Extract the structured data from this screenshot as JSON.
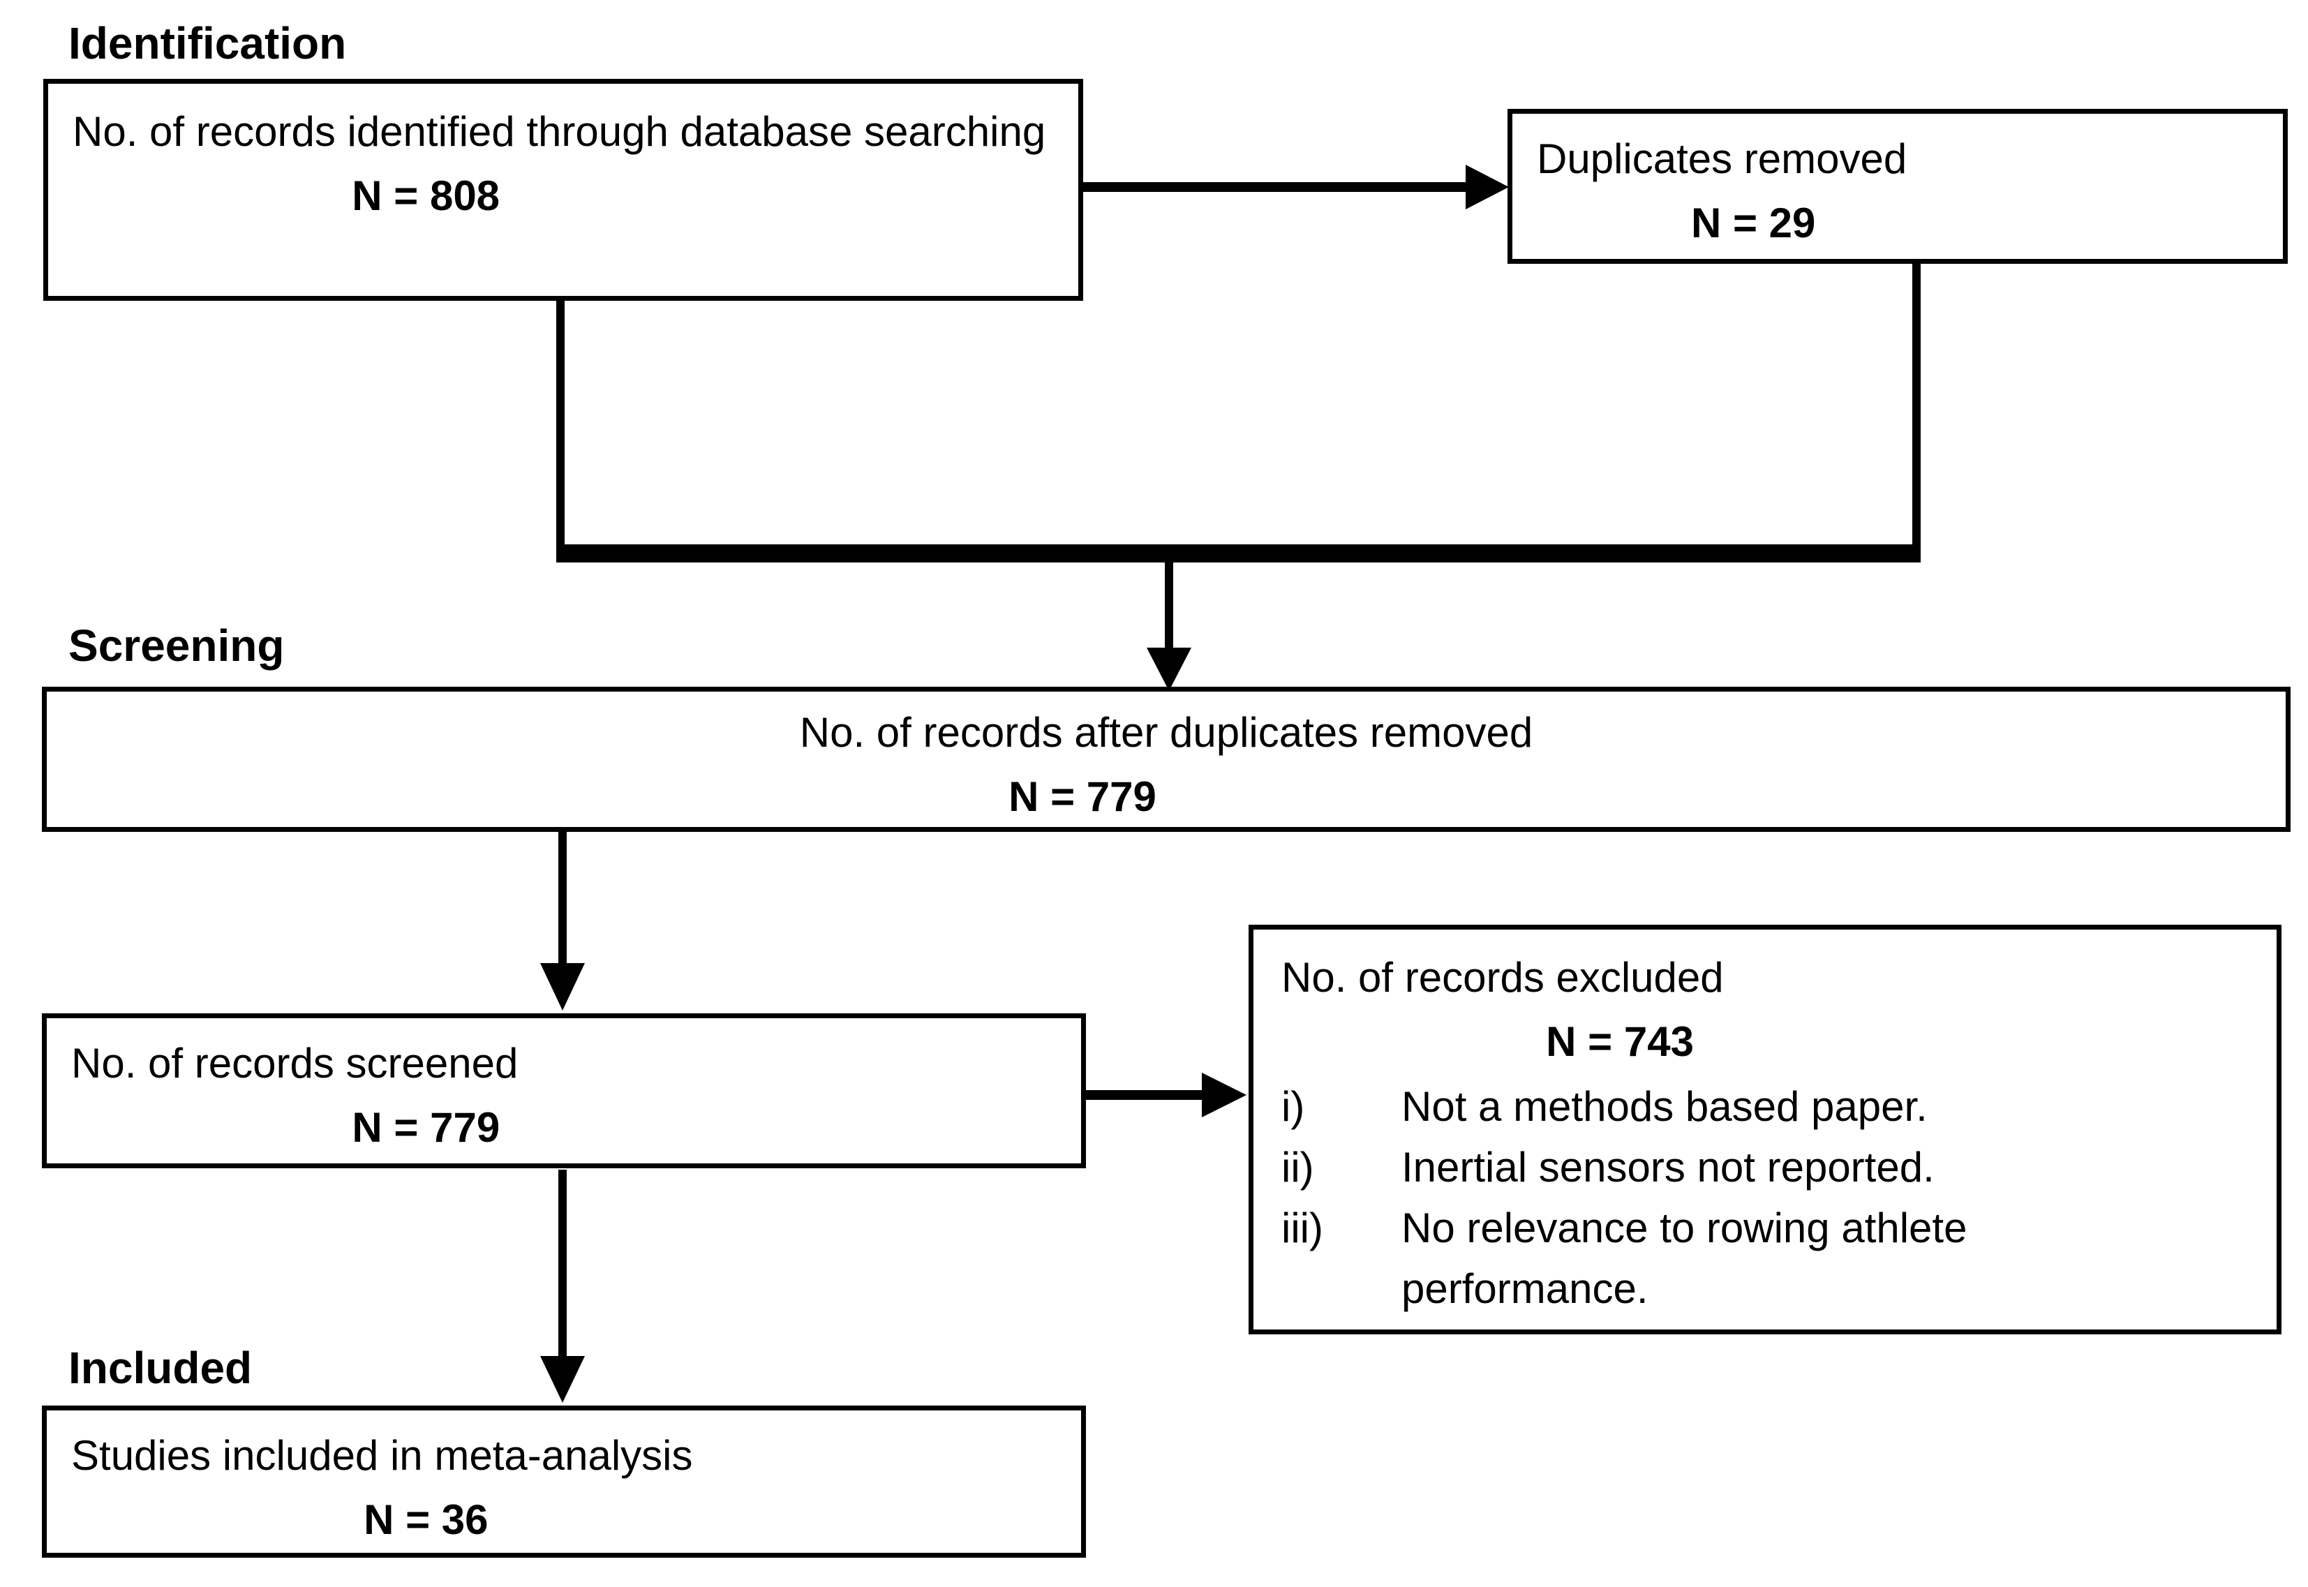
{
  "figure": {
    "type": "prisma-flow-diagram",
    "colors": {
      "background": "#ffffff",
      "line": "#000000",
      "text": "#000000"
    },
    "stage_labels": {
      "identification": "Identification",
      "screening": "Screening",
      "included": "Included"
    },
    "boxes": {
      "identified": {
        "text": "No. of records identified through database searching",
        "n_label": "N = 808"
      },
      "duplicates": {
        "text": "Duplicates removed",
        "n_label": "N = 29"
      },
      "after_duplicates": {
        "text": "No. of records after duplicates removed",
        "n_label": "N = 779"
      },
      "screened": {
        "text": "No. of records screened",
        "n_label": "N = 779"
      },
      "excluded": {
        "text": "No. of records excluded",
        "n_label": "N = 743",
        "reasons": [
          {
            "marker": "i)",
            "text": "Not a methods based paper."
          },
          {
            "marker": "ii)",
            "text": "Inertial sensors not reported."
          },
          {
            "marker": "iii)",
            "text": "No relevance to rowing athlete performance."
          }
        ]
      },
      "included": {
        "text": "Studies included in meta-analysis",
        "n_label": "N = 36"
      }
    }
  }
}
